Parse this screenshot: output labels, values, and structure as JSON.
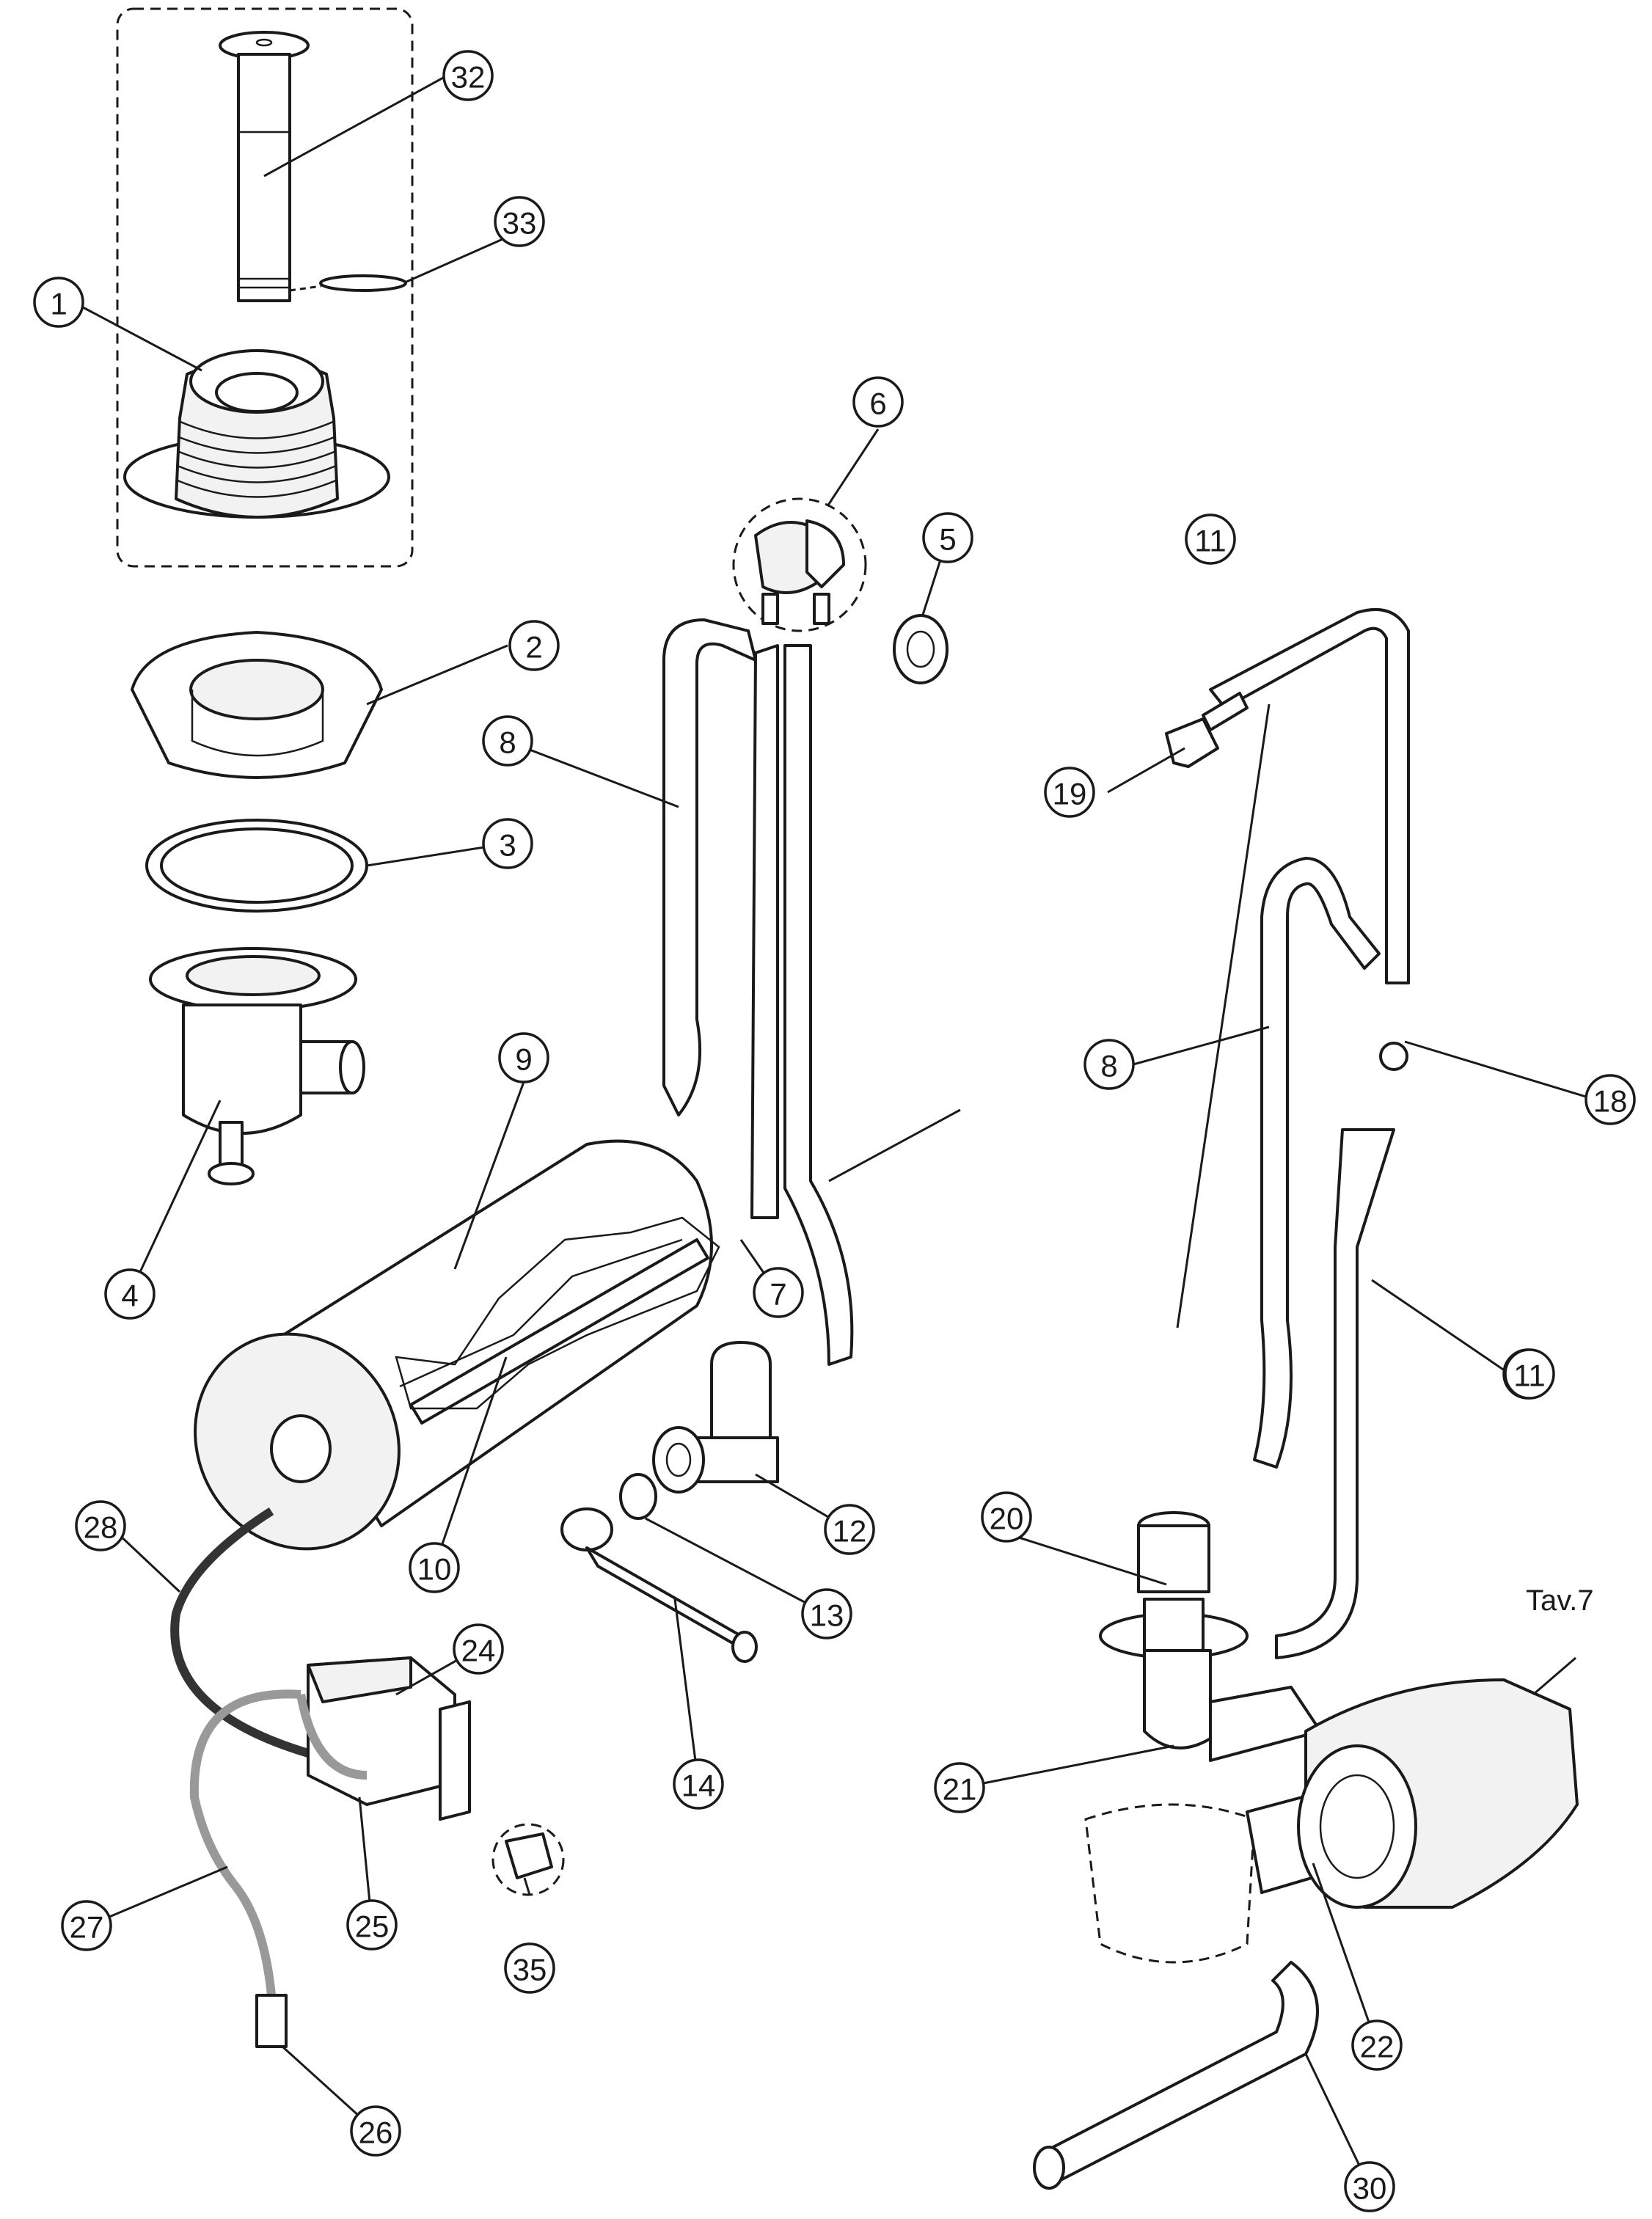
{
  "diagram": {
    "callouts": [
      "32",
      "33",
      "1",
      "6",
      "5",
      "2",
      "8",
      "11",
      "19",
      "3",
      "9",
      "18",
      "4",
      "7",
      "11",
      "10",
      "12",
      "20",
      "13",
      "28",
      "24",
      "14",
      "21",
      "25",
      "35",
      "27",
      "22",
      "26",
      "30"
    ],
    "callouts_right": [
      "8",
      "11"
    ],
    "reference_label": "Tav.7"
  }
}
